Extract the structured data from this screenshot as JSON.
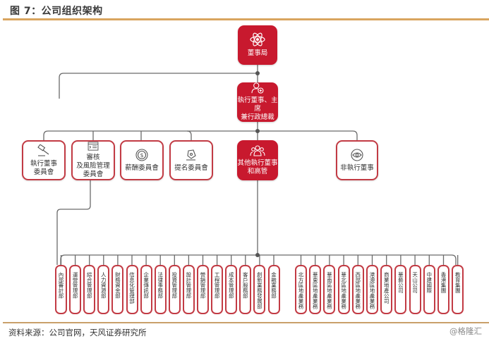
{
  "header": {
    "title": "图 7：公司组织架构"
  },
  "footer": {
    "source": "资料来源：公司官网，天风证券研究所",
    "watermark": "@格隆汇"
  },
  "colors": {
    "accent_red": "#c8192e",
    "border_red": "#c23b44",
    "rule": "#d9a45f",
    "line": "#666666"
  },
  "top": [
    {
      "label": "董事局",
      "icon": "atom-icon",
      "style": "red"
    },
    {
      "label": "執行董事、主席\n兼行政總裁",
      "icon": "user-add-icon",
      "style": "red"
    }
  ],
  "committees": [
    {
      "label": "執行董事\n委員會",
      "icon": "gavel-icon"
    },
    {
      "label": "審核\n及風險管理\n委員會",
      "icon": "document-window-icon"
    },
    {
      "label": "薪酬委員會",
      "icon": "coin-icon"
    },
    {
      "label": "提名委員會",
      "icon": "pen-nib-icon"
    }
  ],
  "senior": {
    "label": "其他執行董事\n和高管",
    "icon": "group-icon"
  },
  "non_exec": {
    "label": "非執行董事",
    "icon": "eye-icon"
  },
  "departments": [
    "內部審計部",
    "運營管理部",
    "綜合管理部",
    "人力資源部",
    "財務資金部",
    "信息化管理部",
    "企業傳訊部",
    "法律事務部",
    "投資管理部",
    "設計管理部",
    "營銷管理部",
    "工程管理部",
    "成本管理部",
    "客戶服務部",
    "創新業務發展部",
    "金融業務部"
  ],
  "businesses": [
    "北方區地產業務",
    "華東區地產業務",
    "華南區地產業務",
    "華北區地產業務",
    "西部區地產業務",
    "港澳區地產業務",
    "商業地產公司",
    "華藝公司",
    "天山公司",
    "中建國際",
    "香港集團",
    "教育集團"
  ]
}
